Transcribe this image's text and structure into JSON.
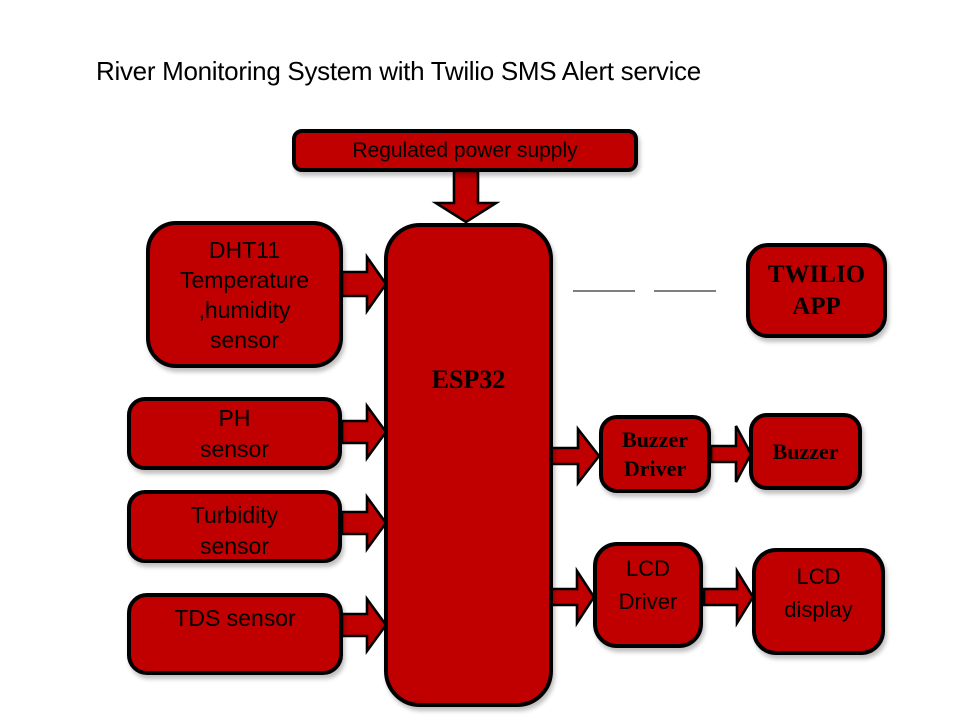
{
  "title": "River Monitoring System with Twilio SMS Alert service",
  "colors": {
    "background": "#ffffff",
    "node_fill": "#c00000",
    "node_border": "#000000",
    "text_dark": "#000000",
    "dashed_line": "#7f7f7f"
  },
  "nodes": {
    "power_supply": {
      "label": "Regulated power supply"
    },
    "dht11_sensor": {
      "label": "DHT11\nTemperature\n,humidity\nsensor"
    },
    "ph_sensor": {
      "label": "PH\nsensor"
    },
    "turbidity_sensor": {
      "label": "Turbidity\nsensor"
    },
    "tds_sensor": {
      "label": "TDS sensor"
    },
    "esp32": {
      "label": "ESP32"
    },
    "twilio_app": {
      "label": "TWILIO\nAPP"
    },
    "buzzer_driver": {
      "label": "Buzzer\nDriver"
    },
    "buzzer": {
      "label": "Buzzer"
    },
    "lcd_driver": {
      "label": "LCD\nDriver"
    },
    "lcd_display": {
      "label": "LCD\ndisplay"
    }
  },
  "edges": [
    {
      "from": "power_supply",
      "to": "esp32",
      "style": "arrow"
    },
    {
      "from": "dht11_sensor",
      "to": "esp32",
      "style": "arrow"
    },
    {
      "from": "ph_sensor",
      "to": "esp32",
      "style": "arrow"
    },
    {
      "from": "turbidity_sensor",
      "to": "esp32",
      "style": "arrow"
    },
    {
      "from": "tds_sensor",
      "to": "esp32",
      "style": "arrow"
    },
    {
      "from": "esp32",
      "to": "buzzer_driver",
      "style": "arrow"
    },
    {
      "from": "buzzer_driver",
      "to": "buzzer",
      "style": "arrow"
    },
    {
      "from": "esp32",
      "to": "lcd_driver",
      "style": "arrow"
    },
    {
      "from": "lcd_driver",
      "to": "lcd_display",
      "style": "arrow"
    },
    {
      "from": "esp32",
      "to": "twilio_app",
      "style": "dashed-line"
    }
  ]
}
